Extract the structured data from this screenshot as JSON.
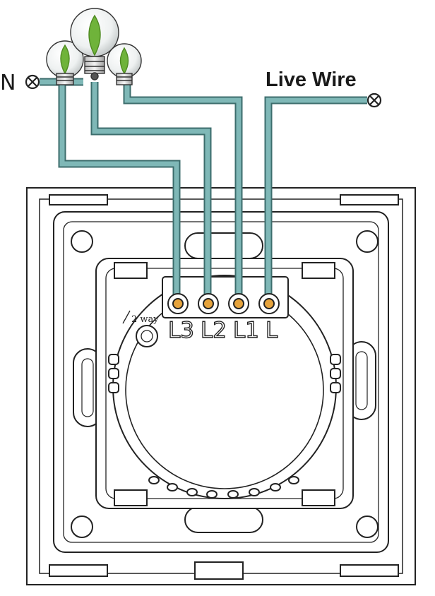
{
  "labels": {
    "neutral": "N",
    "live": "Live Wire",
    "two_way": "2 way",
    "terminals": [
      "L3",
      "L2",
      "L1",
      "L"
    ]
  },
  "icons": {
    "neutral_terminal": "crossed-circle-terminal",
    "live_terminal": "crossed-circle-terminal",
    "bulbs": [
      "bulb-with-leaf-icon",
      "bulb-with-leaf-icon",
      "bulb-with-leaf-icon"
    ]
  },
  "colors": {
    "wire": "#7fb8b7",
    "wire_outline": "#3c6d6c",
    "leaf": "#6fb33a",
    "screw": "#e6a33c",
    "outline": "#222222"
  }
}
